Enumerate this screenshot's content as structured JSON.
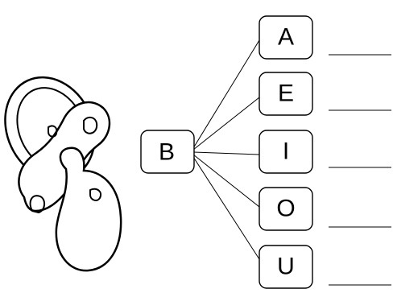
{
  "consonant": {
    "letter": "B"
  },
  "vowels": [
    {
      "letter": "A"
    },
    {
      "letter": "E"
    },
    {
      "letter": "I"
    },
    {
      "letter": "O"
    },
    {
      "letter": "U"
    }
  ],
  "image": {
    "icon": "pacifier-icon"
  }
}
